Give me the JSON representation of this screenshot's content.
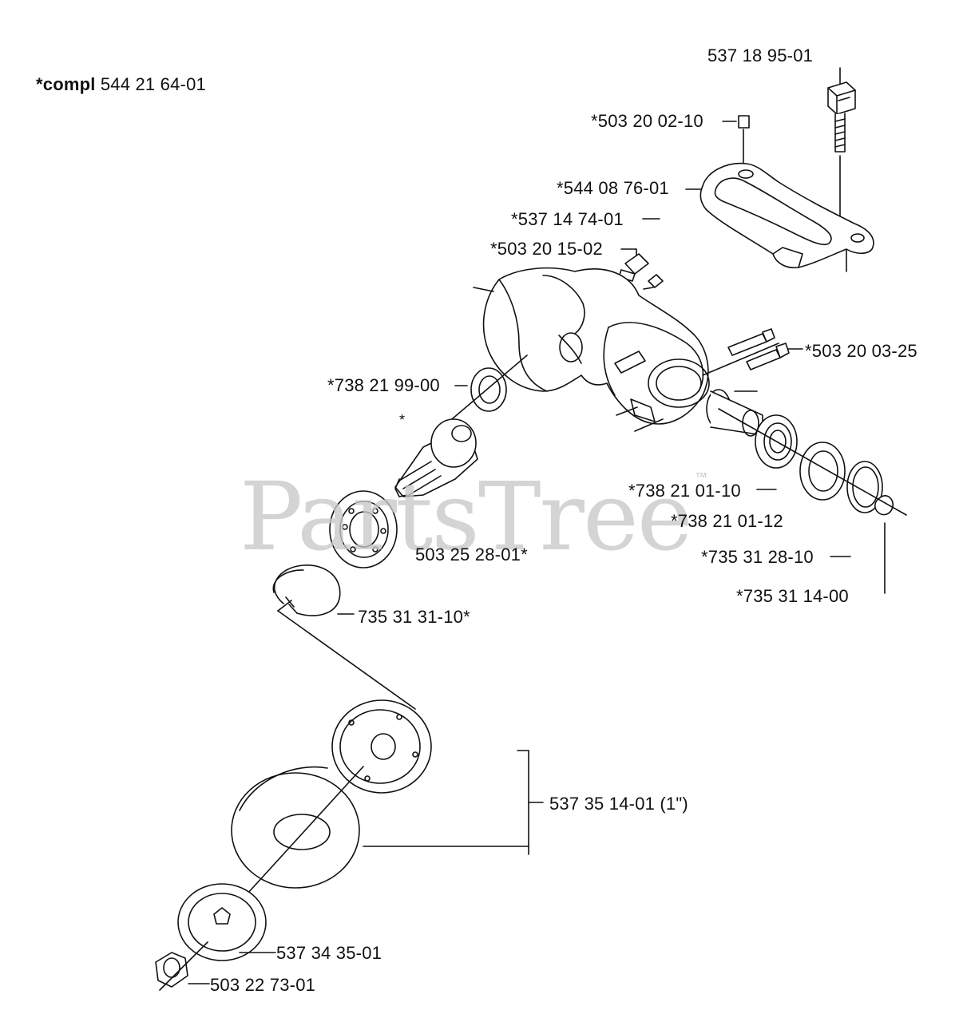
{
  "header": {
    "compl_prefix": "*compl",
    "compl_number": "544 21 64-01"
  },
  "parts": {
    "p1": "537 18 95-01",
    "p2": "*503 20 02-10",
    "p3": "*544 08 76-01",
    "p4": "*537 14 74-01",
    "p5": "*503 20 15-02",
    "p6": "*503 20 03-25",
    "p7": "*738 21 99-00",
    "p8": "*738 21 01-10",
    "p9": "*738 21 01-12",
    "p10": "503 25 28-01*",
    "p11": "*735 31 28-10",
    "p12": "*735 31 14-00",
    "p13": "735 31 31-10*",
    "p14": "537 35 14-01 (1\")",
    "p15": "537 34 35-01",
    "p16": "503 22 73-01"
  },
  "watermark": {
    "text": "PartsTree",
    "tm": "™"
  }
}
